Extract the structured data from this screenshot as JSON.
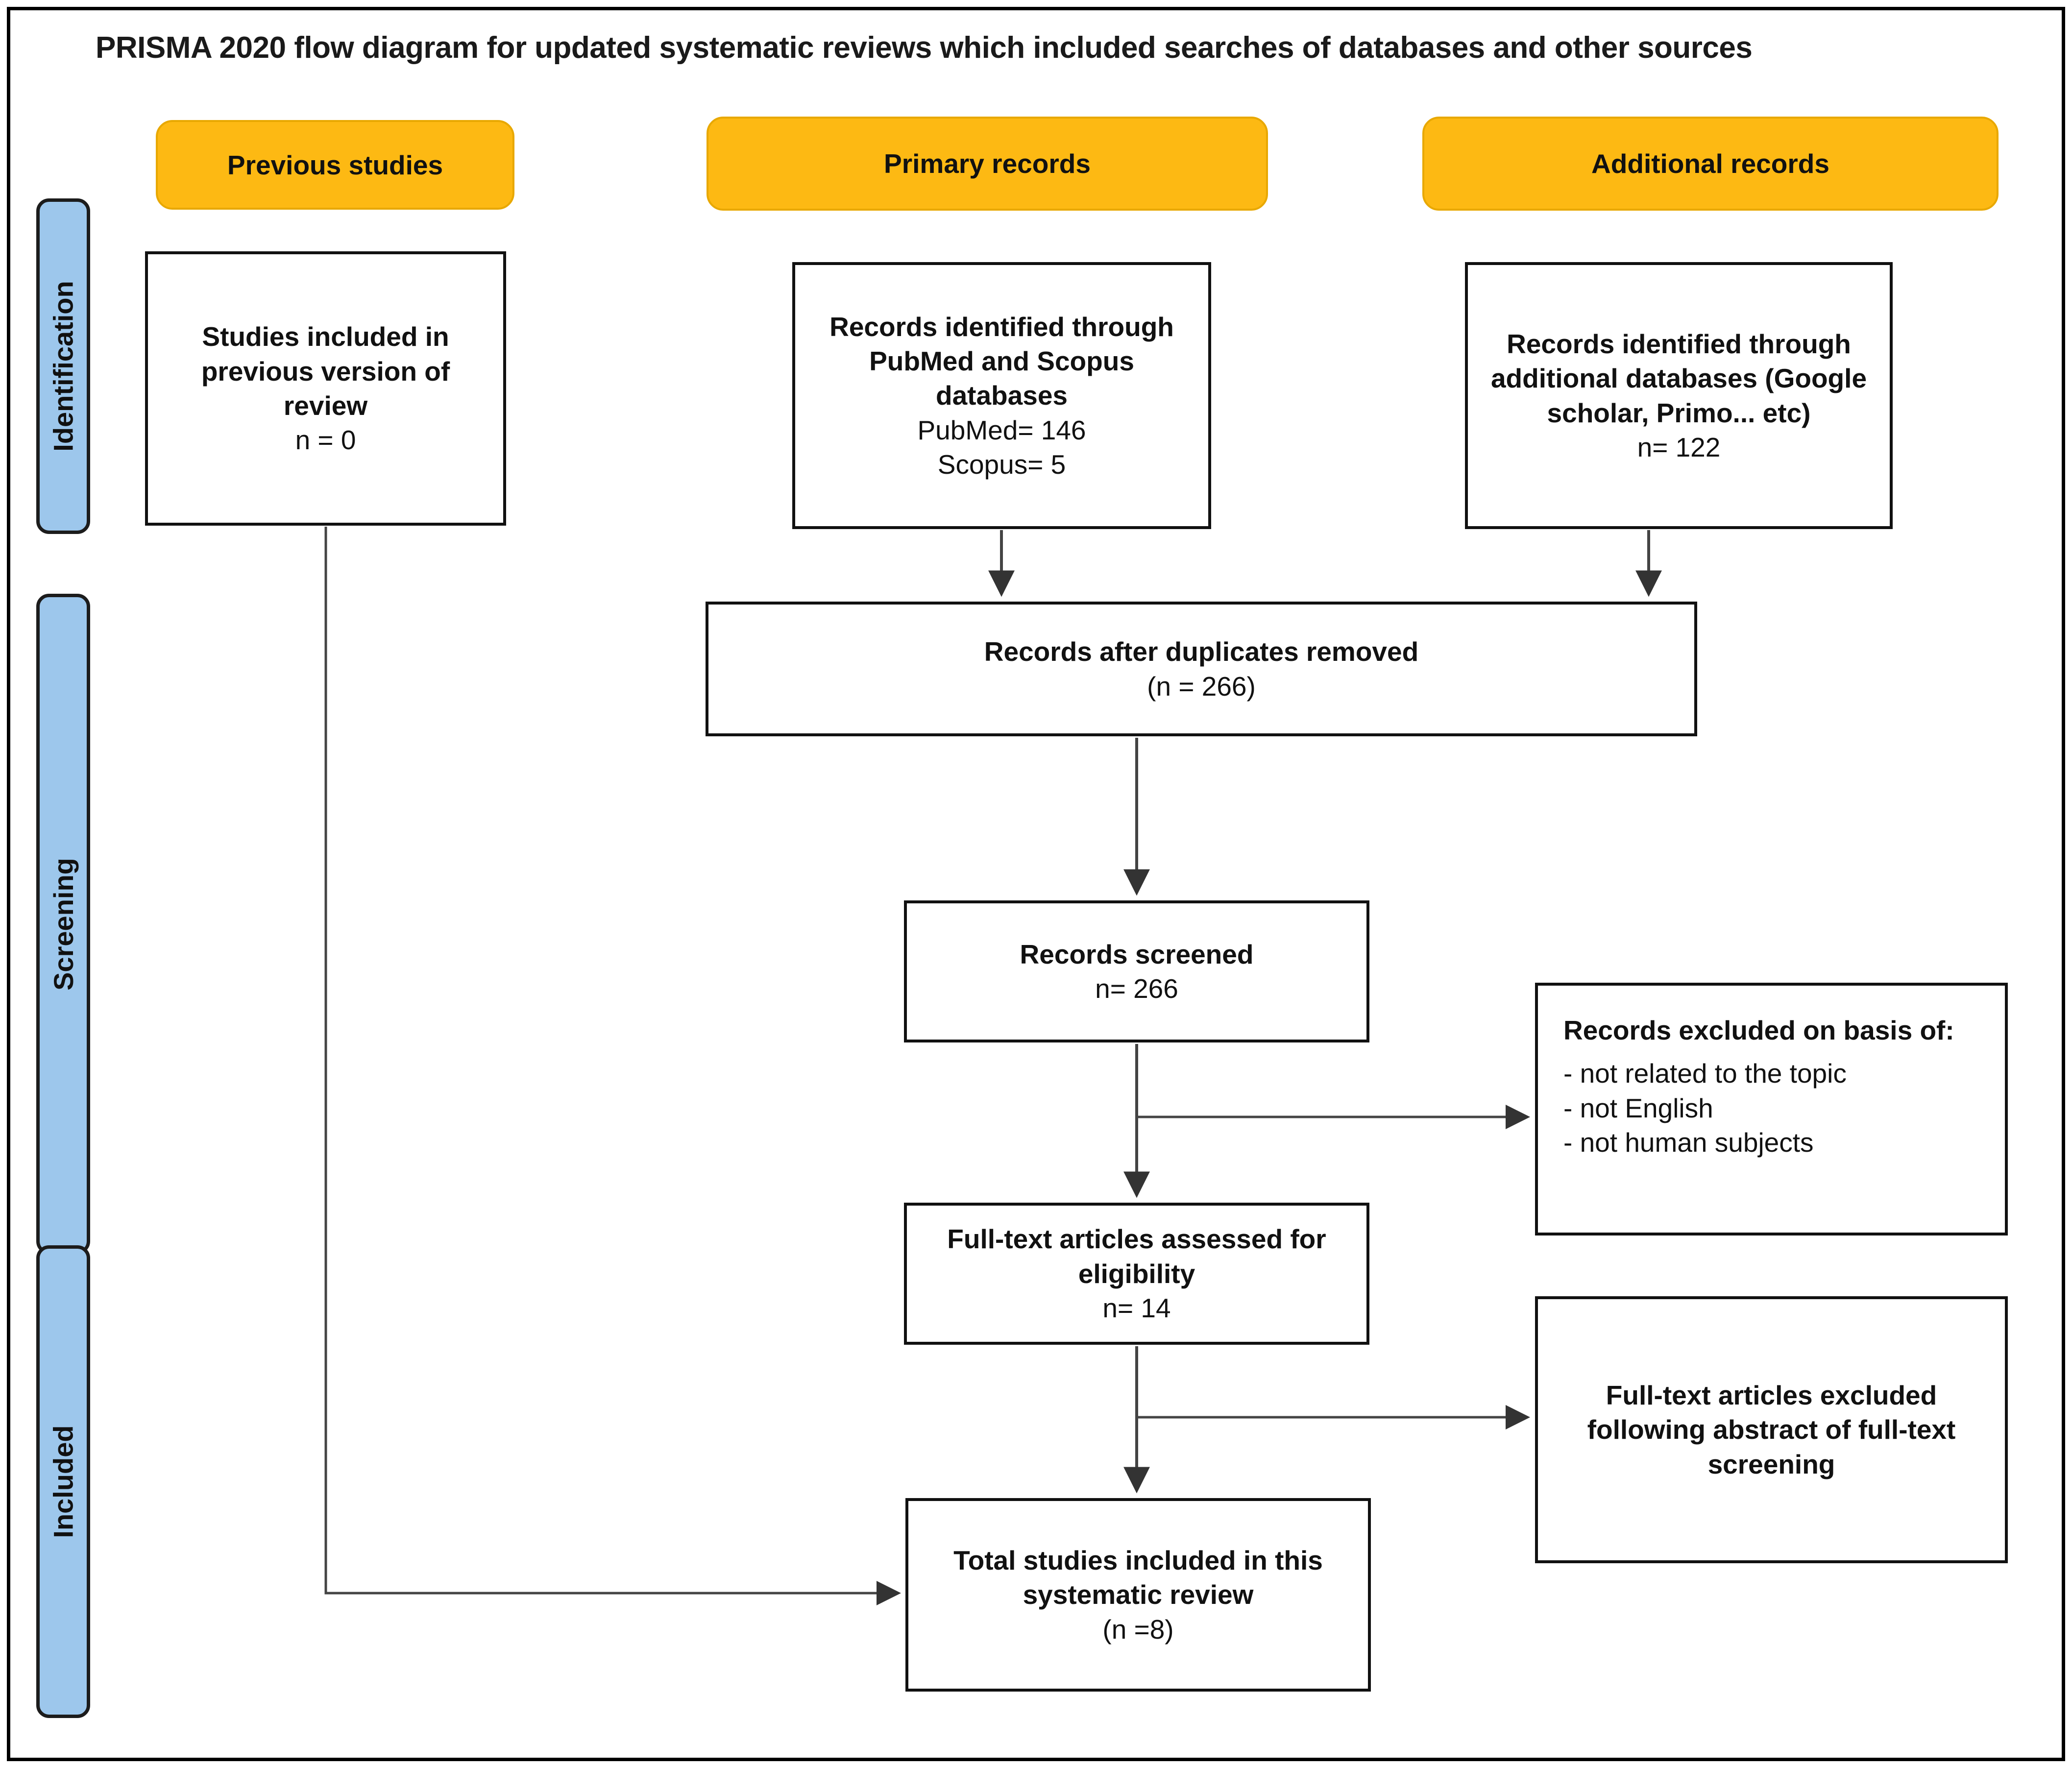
{
  "figure": {
    "title": "PRISMA 2020 flow diagram for updated systematic reviews which included searches of databases and other sources",
    "colors": {
      "header_orange": "#FDB913",
      "stage_blue": "#9DC7EC",
      "box_border": "#111111",
      "text": "#111111"
    }
  },
  "stages": [
    {
      "label": "Identification"
    },
    {
      "label": "Screening"
    },
    {
      "label": "Included"
    }
  ],
  "headers": [
    {
      "label": "Previous studies"
    },
    {
      "label": "Primary records"
    },
    {
      "label": "Additional records"
    }
  ],
  "nodes": {
    "previous_studies": {
      "title": "Studies included in previous version of review",
      "count": "n = 0"
    },
    "primary_records": {
      "title": "Records identified through PubMed and Scopus databases",
      "line_pubmed": "PubMed= 146",
      "line_scopus": "Scopus= 5"
    },
    "additional_records": {
      "title": "Records identified through additional databases (Google scholar, Primo... etc)",
      "count": "n= 122"
    },
    "duplicates_removed": {
      "title": "Records after duplicates removed",
      "count": "(n = 266)"
    },
    "records_screened": {
      "title": "Records screened",
      "count": "n= 266"
    },
    "records_excluded": {
      "title": "Records excluded on basis of:",
      "reasons": [
        "- not related to the topic",
        "- not English",
        "- not human subjects"
      ]
    },
    "fulltext_assessed": {
      "title": "Full-text articles assessed for eligibility",
      "count": "n= 14"
    },
    "fulltext_excluded": {
      "title": "Full-text articles excluded following abstract of full-text screening"
    },
    "total_included": {
      "title": "Total studies included in this systematic review",
      "count": "(n =8)"
    }
  },
  "chart_data": {
    "type": "diagram",
    "title": "PRISMA 2020 flow diagram for updated systematic reviews which included searches of databases and other sources",
    "stages": [
      "Identification",
      "Screening",
      "Included"
    ],
    "nodes": [
      {
        "id": "previous_studies",
        "stage": "Identification",
        "label": "Studies included in previous version of review",
        "n": 0
      },
      {
        "id": "primary_records",
        "stage": "Identification",
        "label": "Records identified through PubMed and Scopus databases",
        "pubmed": 146,
        "scopus": 5
      },
      {
        "id": "additional_records",
        "stage": "Identification",
        "label": "Records identified through additional databases (Google scholar, Primo... etc)",
        "n": 122
      },
      {
        "id": "duplicates_removed",
        "stage": "Screening",
        "label": "Records after duplicates removed",
        "n": 266
      },
      {
        "id": "records_screened",
        "stage": "Screening",
        "label": "Records screened",
        "n": 266
      },
      {
        "id": "records_excluded",
        "stage": "Screening",
        "label": "Records excluded on basis of:",
        "reasons": [
          "not related to the topic",
          "not English",
          "not human subjects"
        ]
      },
      {
        "id": "fulltext_assessed",
        "stage": "Screening",
        "label": "Full-text articles assessed for eligibility",
        "n": 14
      },
      {
        "id": "fulltext_excluded",
        "stage": "Included",
        "label": "Full-text articles excluded following abstract of full-text screening"
      },
      {
        "id": "total_included",
        "stage": "Included",
        "label": "Total studies included in this systematic review",
        "n": 8
      }
    ],
    "edges": [
      {
        "from": "primary_records",
        "to": "duplicates_removed"
      },
      {
        "from": "additional_records",
        "to": "duplicates_removed"
      },
      {
        "from": "duplicates_removed",
        "to": "records_screened"
      },
      {
        "from": "records_screened",
        "to": "records_excluded"
      },
      {
        "from": "records_screened",
        "to": "fulltext_assessed"
      },
      {
        "from": "fulltext_assessed",
        "to": "fulltext_excluded"
      },
      {
        "from": "fulltext_assessed",
        "to": "total_included"
      },
      {
        "from": "previous_studies",
        "to": "total_included"
      }
    ]
  }
}
